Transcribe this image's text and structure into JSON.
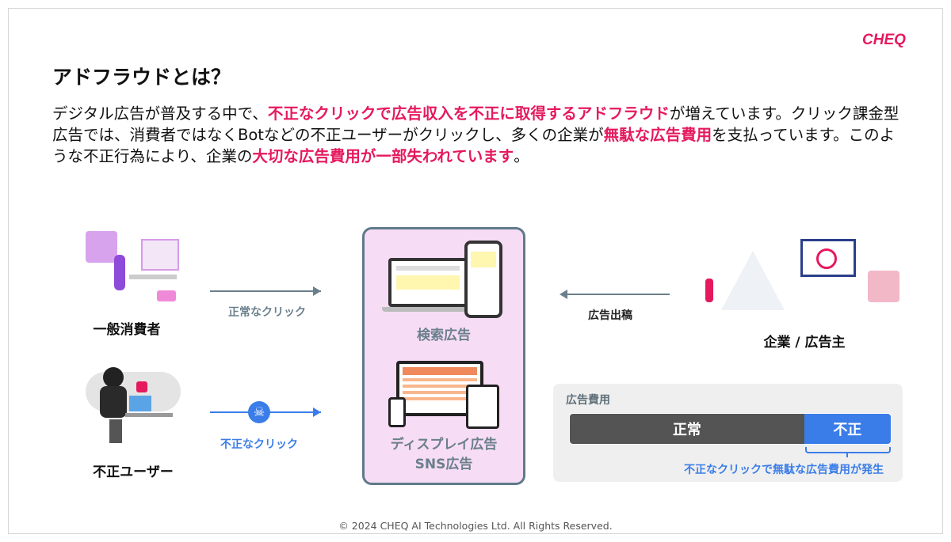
{
  "logo": "CHEQ",
  "title": "アドフラウドとは？",
  "paragraph": {
    "p1": "デジタル広告が普及する中で、",
    "h1": "不正なクリックで広告収入を不正に取得するアドフラウド",
    "p2": "が増えています。クリック課金型広告では、消費者ではなくBotなどの不正ユーザーがクリックし、多くの企業が",
    "h2": "無駄な広告費用",
    "p3": "を支払っています。このような不正行為により、企業の",
    "h3": "大切な広告費用が一部失われています",
    "p4": "。"
  },
  "left": {
    "consumer": "一般消費者",
    "normal_click": "正常なクリック",
    "fraud_user": "不正ユーザー",
    "fraud_click": "不正なクリック"
  },
  "center": {
    "search_ads": "検索広告",
    "display_ads": "ディスプレイ広告",
    "sns_ads": "SNS広告"
  },
  "right": {
    "ad_placement": "広告出稿",
    "advertiser": "企業 / 広告主"
  },
  "cost_box": {
    "title": "広告費用",
    "normal": "正常",
    "fraud": "不正",
    "fraud_share": 0.27,
    "note": "不正なクリックで無駄な広告費用が発生"
  },
  "colors": {
    "accent": "#e5195e",
    "blue": "#3b7de8",
    "gray": "#6a7f8c",
    "dark": "#545454"
  },
  "footer": "© 2024 CHEQ AI Technologies Ltd. All Rights Reserved."
}
